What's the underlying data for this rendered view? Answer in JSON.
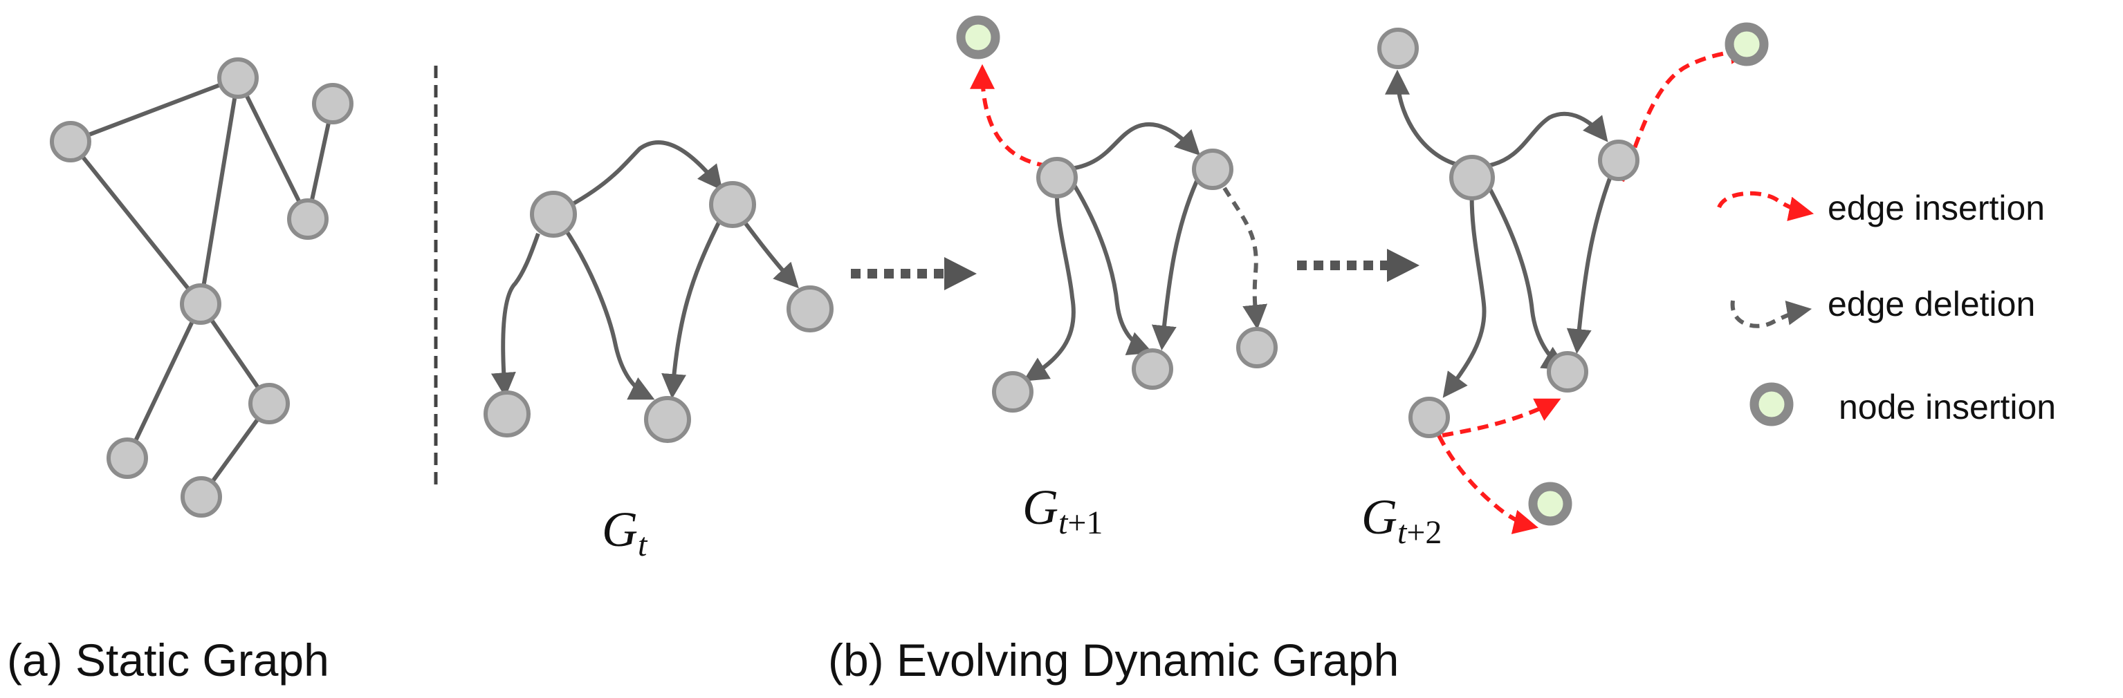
{
  "captions": {
    "static": "(a) Static Graph",
    "dynamic": "(b) Evolving Dynamic Graph"
  },
  "snapshots": {
    "gt": {
      "base": "G",
      "sub": "t",
      "sub_tail": ""
    },
    "gt1": {
      "base": "G",
      "sub": "t",
      "sub_tail": "+1"
    },
    "gt2": {
      "base": "G",
      "sub": "t",
      "sub_tail": "+2"
    }
  },
  "legend": {
    "edge_insertion": "edge insertion",
    "edge_deletion": "edge deletion",
    "node_insertion": "node insertion"
  },
  "colors": {
    "node_fill": "#c8c8c8",
    "node_stroke": "#8c8c8c",
    "edge": "#5f5f5f",
    "insertion": "#ff1c1c",
    "new_node_fill": "#e4f7d2"
  }
}
